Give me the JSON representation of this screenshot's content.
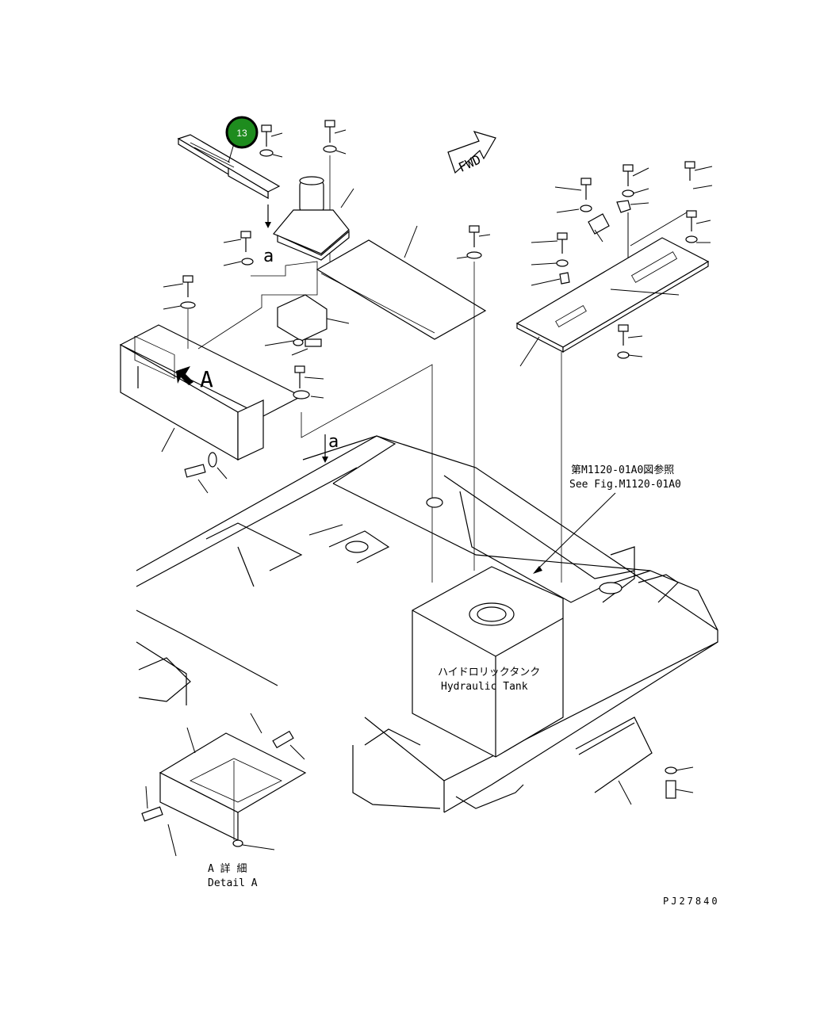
{
  "diagram": {
    "fwd_label": "FWD",
    "view_a_label": "A",
    "section_a_label": "a",
    "section_a_label_2": "a",
    "reference_jp": "第M1120-01A0図参照",
    "reference_en": "See Fig.M1120-01A0",
    "tank_label_jp": "ハイドロリックタンク",
    "tank_label_en": "Hydraulic Tank",
    "detail_jp": "A 詳 細",
    "detail_en": "Detail A",
    "drawing_number": "PJ27840"
  },
  "callouts": [
    {
      "id": "13",
      "label": "13",
      "color": "#1e8c1e",
      "border": "#000000"
    }
  ]
}
